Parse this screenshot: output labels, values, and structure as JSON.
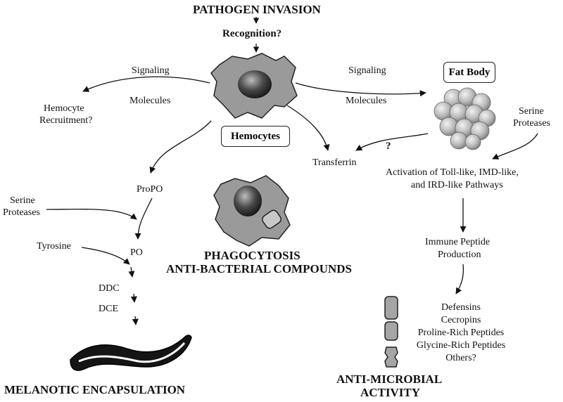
{
  "top": {
    "title": "PATHOGEN INVASION",
    "recognition": "Recognition?"
  },
  "hemocytes": {
    "label": "Hemocytes"
  },
  "fat_body": {
    "label": "Fat Body"
  },
  "left_signal": {
    "signaling": "Signaling",
    "molecules": "Molecules",
    "recruitment_line1": "Hemocyte",
    "recruitment_line2": "Recruitment?"
  },
  "right_signal": {
    "signaling": "Signaling",
    "molecules": "Molecules"
  },
  "transferrin": {
    "label": "Transferrin",
    "question": "?"
  },
  "serine_right": {
    "line1": "Serine",
    "line2": "Proteases"
  },
  "pathways": {
    "line1": "Activation of Toll-like, IMD-like,",
    "line2": "and IRD-like Pathways"
  },
  "peptide_production": {
    "line1": "Immune Peptide",
    "line2": "Production"
  },
  "peptides": [
    "Defensins",
    "Cecropins",
    "Proline-Rich Peptides",
    "Glycine-Rich Peptides",
    "Others?"
  ],
  "antimicrobial": {
    "line1": "ANTI-MICROBIAL",
    "line2": "ACTIVITY"
  },
  "melanization": {
    "propo": "ProPO",
    "serine_line1": "Serine",
    "serine_line2": "Proteases",
    "tyrosine": "Tyrosine",
    "po": "PO",
    "ddc": "DDC",
    "dce": "DCE",
    "outcome": "MELANOTIC ENCAPSULATION"
  },
  "phagocytosis": {
    "line1": "PHAGOCYTOSIS",
    "line2": "ANTI-BACTERIAL COMPOUNDS"
  }
}
